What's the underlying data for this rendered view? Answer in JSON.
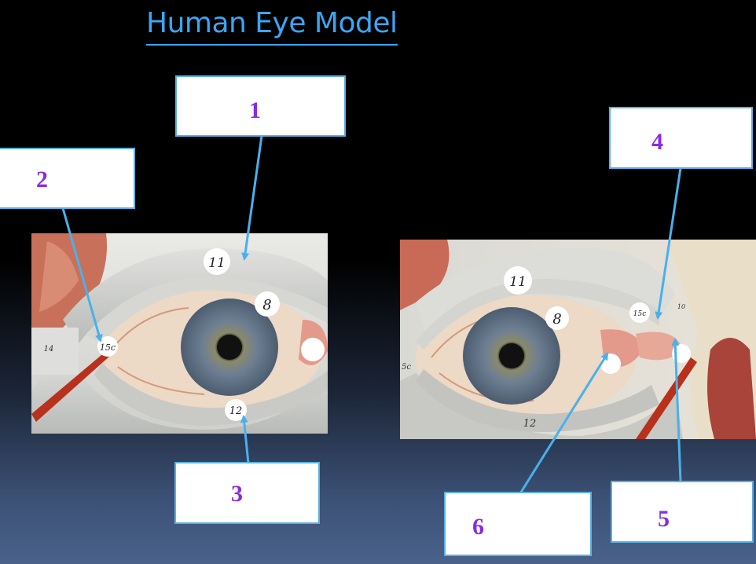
{
  "title": "Human Eye Model",
  "labels": [
    "1",
    "2",
    "3",
    "4",
    "5",
    "6"
  ],
  "left_photo": {
    "markers": [
      "11",
      "8",
      "14",
      "15c",
      "12"
    ]
  },
  "right_photo": {
    "markers": [
      "11",
      "8",
      "12",
      "15c",
      "10",
      "5c"
    ]
  },
  "colors": {
    "title": "#3aa6f5",
    "box_border": "#5ab0e6",
    "number_text": "#8a2be2",
    "arrow": "#4ab0ea"
  }
}
